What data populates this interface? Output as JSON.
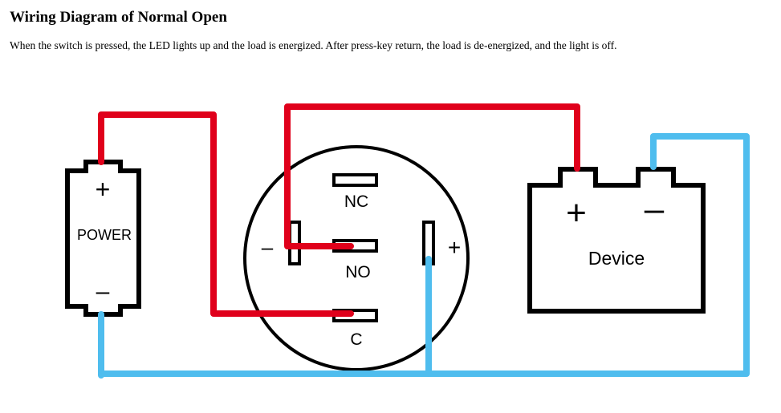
{
  "header": {
    "title": "Wiring Diagram of Normal Open",
    "description": "When the switch is pressed, the LED lights up and the load is energized. After press-key return, the load is de-energized, and the light is off."
  },
  "power": {
    "label": "POWER",
    "positive": "+",
    "negative": "–"
  },
  "switch": {
    "terminal_nc": "NC",
    "terminal_no": "NO",
    "terminal_c": "C",
    "led_negative": "–",
    "led_positive": "+"
  },
  "device": {
    "label": "Device",
    "positive": "+",
    "negative": "–"
  },
  "colors": {
    "positive_wire": "#e0001b",
    "negative_wire": "#4fbdee",
    "outline": "#000000"
  }
}
